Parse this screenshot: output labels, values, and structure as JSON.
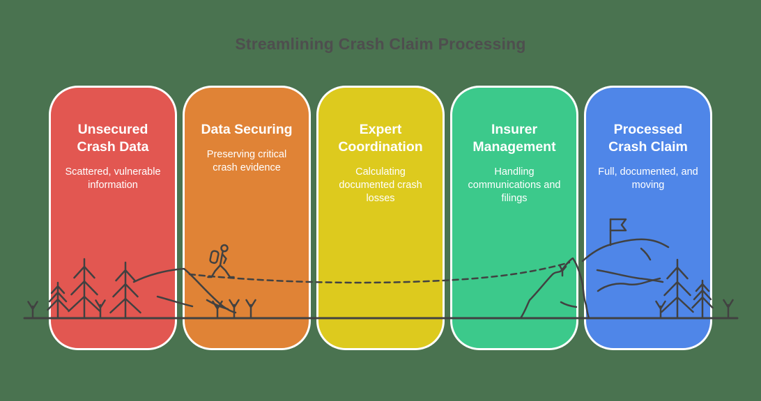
{
  "background_color": "#4A7350",
  "artwork_color": "#414141",
  "header": {
    "title": "Streamlining Crash Claim Processing",
    "title_color": "#4E4E4E"
  },
  "cards": [
    {
      "id": "unsecured-crash-data",
      "title": "Unsecured\nCrash Data",
      "subtitle": "Scattered, vulnerable\ninformation",
      "color": "#E25751",
      "text_color": "#FFFFFF"
    },
    {
      "id": "data-securing",
      "title": "Data Securing",
      "subtitle": "Preserving critical\ncrash evidence",
      "color": "#E08336",
      "text_color": "#FFFFFF"
    },
    {
      "id": "expert-coordination",
      "title": "Expert\nCoordination",
      "subtitle": "Calculating\ndocumented crash\nlosses",
      "color": "#DDCA1E",
      "text_color": "#FFFFFF"
    },
    {
      "id": "insurer-management",
      "title": "Insurer\nManagement",
      "subtitle": "Handling\ncommunications and\nfilings",
      "color": "#3CC98B",
      "text_color": "#FFFFFF"
    },
    {
      "id": "processed-crash-claim",
      "title": "Processed\nCrash Claim",
      "subtitle": "Full, documented, and\nmoving",
      "color": "#4F86E8",
      "text_color": "#FFFFFF"
    }
  ],
  "artwork": {
    "icons": [
      "ground-line",
      "tree-icon",
      "sapling-icon",
      "hiker-icon",
      "trail-dashed-path",
      "mountain-icon",
      "flag-icon",
      "mountain-ridges-icon"
    ]
  }
}
